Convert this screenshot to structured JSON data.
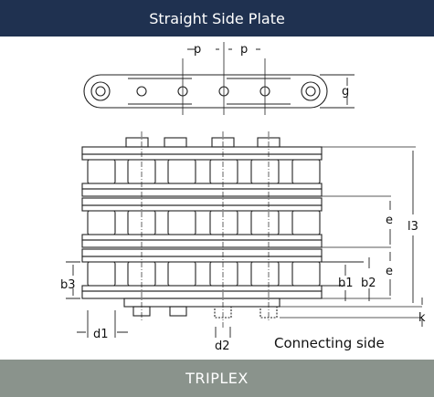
{
  "header": {
    "title": "Straight Side Plate"
  },
  "footer": {
    "label": "TRIPLEX"
  },
  "side_view": {
    "pitch_label_1": "p",
    "pitch_label_2": "p",
    "height_label": "g"
  },
  "plan_view": {
    "e_label_1": "e",
    "e_label_2": "e",
    "l3_label": "l3",
    "b3_label": "b3",
    "b1_label": "b1",
    "b2_label": "b2",
    "d1_label": "d1",
    "d2_label": "d2",
    "k_label": "k",
    "connecting_side": "Connecting side"
  }
}
